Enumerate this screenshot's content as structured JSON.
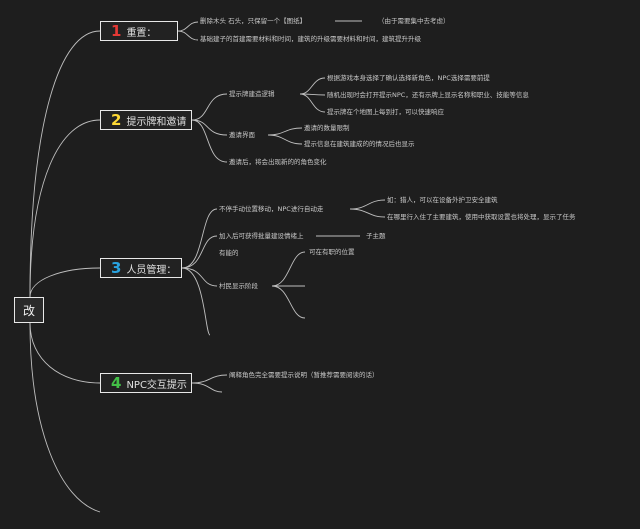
{
  "root": {
    "label": "改"
  },
  "colors": {
    "n1": "#e53935",
    "n2": "#fdd835",
    "n3": "#29a3e0",
    "n4": "#43c047"
  },
  "branches": [
    {
      "num": "1",
      "label": "重置：",
      "children": [
        {
          "text": "删除木头 石头，只保留一个【图纸】",
          "note": "（由于需要集中去考虑）"
        },
        {
          "text": "基础建子的首建需要材料和时间，建筑的升级需要材料和时间，建筑提升升级"
        }
      ]
    },
    {
      "num": "2",
      "label": "提示牌和邀请",
      "children": [
        {
          "text": "提示牌建造逻辑",
          "children": [
            {
              "text": "根据游戏本身选择了确认选择新角色，NPC选择需要前提"
            },
            {
              "text": "随机出现时会打开提示NPC，还有示牌上显示名称和职业、技能等信息"
            },
            {
              "text": "提示牌在个地图上每到打，可以快速响应"
            }
          ]
        },
        {
          "text": "邀请界面",
          "children": [
            {
              "text": "邀请的数量限制"
            },
            {
              "text": "提示信息在建筑建成的的情况后也显示"
            }
          ]
        },
        {
          "text": "邀请后，将会出现新的的角色变化"
        }
      ]
    },
    {
      "num": "3",
      "label": "人员管理：",
      "children": [
        {
          "text": "不停手动位置移动，NPC进行自动走",
          "children": [
            {
              "text": "如：猎人，可以在设备外护卫安全建筑"
            },
            {
              "text": "在哪里行入住了主要建筑，使用中获取设置也将处理，显示了任务"
            }
          ]
        },
        {
          "text": "加入后可获得批量建设情绪上",
          "note": "子主题"
        },
        {
          "text": "有能的"
        },
        {
          "text": "村民显示阶段",
          "children": [
            {
              "text": "可在有职的位置"
            },
            {
              "text": ""
            },
            {
              "text": ""
            }
          ]
        },
        {
          "text": ""
        }
      ]
    },
    {
      "num": "4",
      "label": "NPC交互提示",
      "children": [
        {
          "text": "阐释角色完全需要提示说明（暂推荐需要阅读的话）"
        },
        {
          "text": ""
        }
      ]
    }
  ]
}
